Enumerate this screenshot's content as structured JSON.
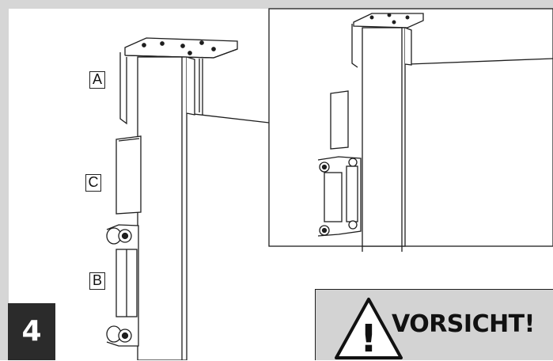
{
  "step": {
    "number": "4"
  },
  "part_labels": {
    "a": "A",
    "b": "B",
    "c": "C"
  },
  "warning": {
    "text": "VORSICHT!",
    "icon": "warning-triangle-icon",
    "symbol": "!"
  },
  "colors": {
    "background": "#ffffff",
    "frame_gray": "#d6d6d6",
    "badge": "#2b2b2b",
    "warning_bg": "#d3d3d3",
    "line": "#1e1e1e"
  }
}
